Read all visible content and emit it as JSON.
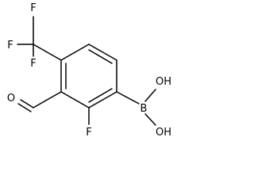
{
  "molecule": {
    "atom_labels": {
      "cf3_fluorine_top": "F",
      "cf3_fluorine_left": "F",
      "cf3_fluorine_bottom": "F",
      "aldehyde_oxygen": "O",
      "ring_fluorine": "F",
      "boron": "B",
      "hydroxyl_upper": "OH",
      "hydroxyl_lower": "OH"
    }
  }
}
